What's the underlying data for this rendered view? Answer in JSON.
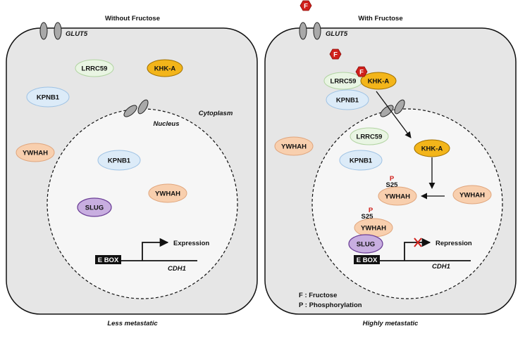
{
  "colors": {
    "cell_fill": "#e6e6e6",
    "nucleus_fill": "#f6f6f6",
    "lrrc59_fill": "#e9f5e3",
    "kpnb1_fill": "#dcebf8",
    "ywhah_fill": "#f8cfae",
    "khk_fill": "#f3b51a",
    "slug_fill": "#c8aee0",
    "fructose_red": "#d0201b"
  },
  "left": {
    "title": "Without Fructose",
    "glut5": "GLUT5",
    "cytoplasm": "Cytoplasm",
    "nucleus": "Nucleus",
    "lrrc59": "LRRC59",
    "khk": "KHK-A",
    "kpnb1_cyto": "KPNB1",
    "ywhah_cyto": "YWHAH",
    "kpnb1_nuc": "KPNB1",
    "ywhah_nuc": "YWHAH",
    "slug": "SLUG",
    "ebox": "E BOX",
    "outcome": "Expression",
    "gene": "CDH1",
    "caption": "Less metastatic"
  },
  "right": {
    "title": "With Fructose",
    "glut5": "GLUT5",
    "fructose_symbol": "F",
    "lrrc59_cyto": "LRRC59",
    "khk_cyto": "KHK-A",
    "kpnb1_cyto": "KPNB1",
    "ywhah_cyto": "YWHAH",
    "lrrc59_nuc": "LRRC59",
    "kpnb1_nuc": "KPNB1",
    "khk_nuc": "KHK-A",
    "ywhah_nuc": "YWHAH",
    "phospho_symbol": "P",
    "site": "S25",
    "ywhah_phospho": "YWHAH",
    "ywhah_bound": "YWHAH",
    "slug": "SLUG",
    "ebox": "E BOX",
    "outcome": "Repression",
    "gene": "CDH1",
    "legend_f": "F : Fructose",
    "legend_p": "P : Phosphorylation",
    "caption": "Highly metastatic"
  }
}
